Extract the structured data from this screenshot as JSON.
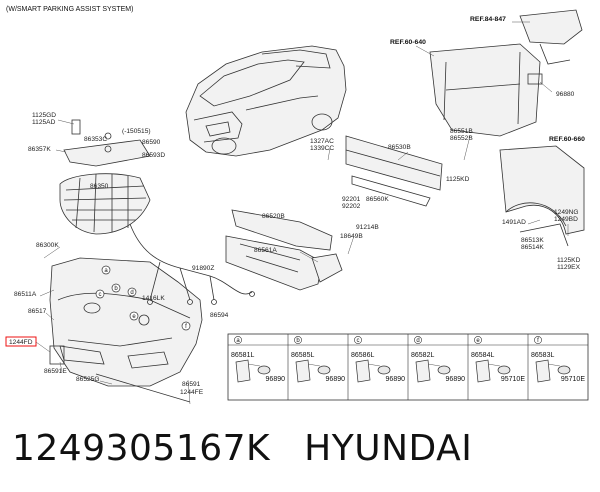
{
  "header": {
    "note": "(W/SMART PARKING ASSIST SYSTEM)"
  },
  "refs": {
    "ref_84_847": "REF.84-847",
    "ref_60_640": "REF.60-640",
    "ref_60_660": "REF.60-660"
  },
  "labels": {
    "p1125gd": "1125GD",
    "p1125ad": "1125AD",
    "p86353c": "86353C",
    "p150515": "(-150515)",
    "p86590": "86590",
    "p86593d": "86593D",
    "p86357k": "86357K",
    "p86350": "86350",
    "p86300k": "86300K",
    "p86511a": "86511A",
    "p86517": "86517",
    "p1244fd": "1244FD",
    "p86591e": "86591E",
    "p86525g": "86525G",
    "p86591": "86591",
    "p1244fe": "1244FE",
    "p91890z": "91890Z",
    "p1416lk": "1416LK",
    "p86594": "86594",
    "p86520b": "86520B",
    "p86561a": "86561A",
    "p1327ac": "1327AC",
    "p1339cc": "1339CC",
    "p86530b": "86530B",
    "p92201": "92201",
    "p92202": "92202",
    "p86560k": "86560K",
    "p91214b": "91214B",
    "p18649b": "18649B",
    "p96880": "96880",
    "p86551b": "86551B",
    "p86552b": "86552B",
    "p1125kd": "1125KD",
    "p1491ad": "1491AD",
    "p1249ng": "1249NG",
    "p1249bd": "1249BD",
    "p86513k": "86513K",
    "p86514k": "86514K",
    "p1125kd2": "1125KD",
    "p1129ex": "1129EX"
  },
  "callouts": [
    "a",
    "b",
    "c",
    "d",
    "e",
    "f"
  ],
  "details": [
    {
      "letter": "a",
      "part": "86581L",
      "sensor": "96890"
    },
    {
      "letter": "b",
      "part": "86585L",
      "sensor": "96890"
    },
    {
      "letter": "c",
      "part": "86586L",
      "sensor": "96890"
    },
    {
      "letter": "d",
      "part": "86582L",
      "sensor": "96890"
    },
    {
      "letter": "e",
      "part": "86584L",
      "sensor": "95710E"
    },
    {
      "letter": "f",
      "part": "86583L",
      "sensor": "95710E"
    }
  ],
  "footer": {
    "part_number": "1249305167K",
    "brand": "HYUNDAI"
  },
  "colors": {
    "highlight": "#e11111",
    "ink": "#222222"
  }
}
